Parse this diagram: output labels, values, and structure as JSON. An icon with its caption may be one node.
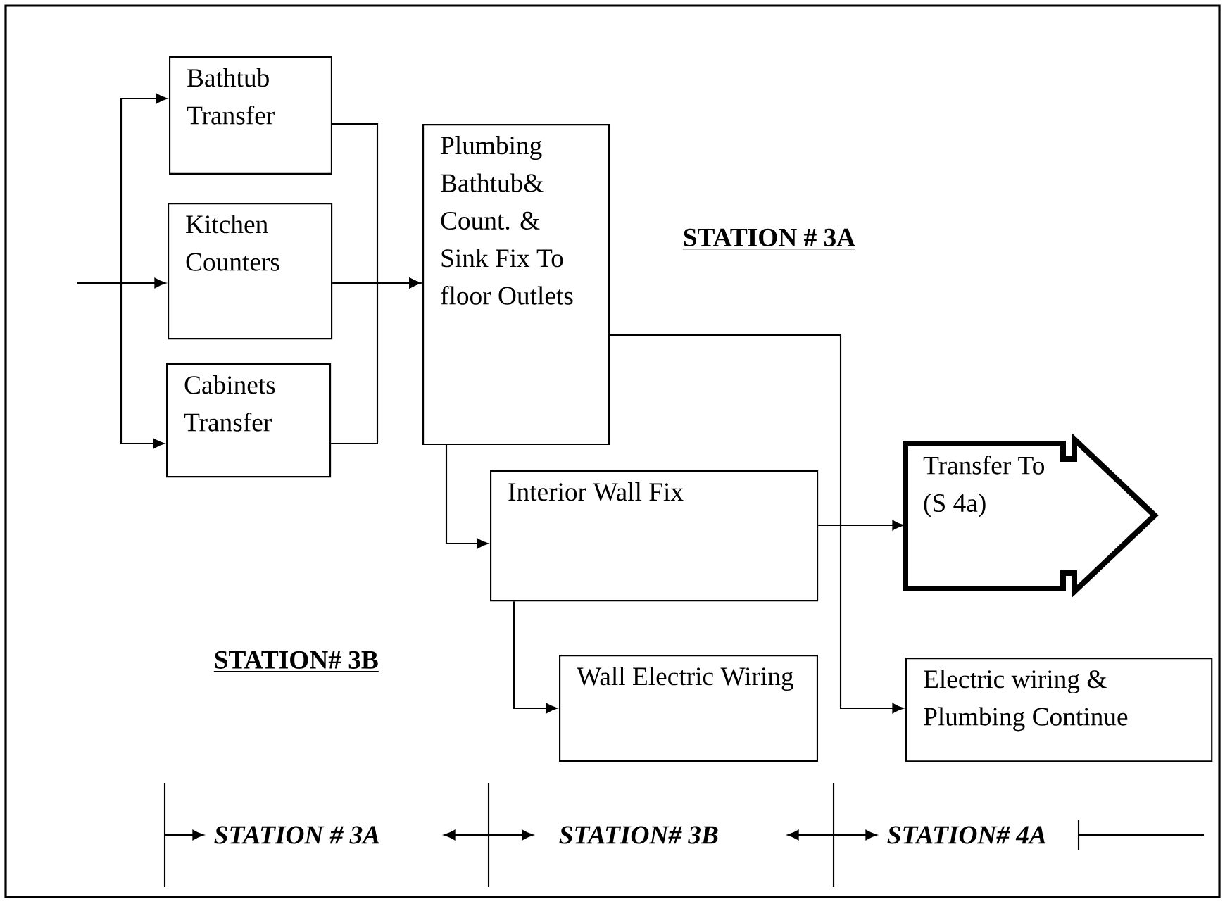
{
  "diagram": {
    "nodes": [
      {
        "text": [
          "Bathtub Transfer"
        ]
      },
      {
        "text": [
          "Kitchen Counters"
        ]
      },
      {
        "text": [
          "Cabinets Transfer"
        ]
      },
      {
        "text": [
          "Plumbing Bathtub& Count. & Sink Fix To floor Outlets"
        ]
      },
      {
        "text": [
          "Interior Wall Fix"
        ]
      },
      {
        "text": [
          "Transfer To (S 4a)"
        ]
      },
      {
        "text": [
          "Wall Electric Wiring"
        ]
      },
      {
        "text": [
          "Electric wiring & Plumbing Continue"
        ]
      }
    ],
    "edges": [
      {
        "from": null,
        "to": 0,
        "arrow": "to"
      },
      {
        "from": null,
        "to": 1,
        "arrow": "to"
      },
      {
        "from": null,
        "to": 2,
        "arrow": "to"
      },
      {
        "from": 0,
        "to": 3,
        "arrow": "to"
      },
      {
        "from": 1,
        "to": 3,
        "arrow": "to"
      },
      {
        "from": 2,
        "to": 3,
        "arrow": "to"
      },
      {
        "from": 3,
        "to": 4,
        "arrow": "to"
      },
      {
        "from": 3,
        "to": 7,
        "arrow": "to"
      },
      {
        "from": 4,
        "to": 5,
        "arrow": "to"
      },
      {
        "from": 4,
        "to": 6,
        "arrow": "to"
      }
    ],
    "labels": [
      "STATION # 3A",
      "STATION# 3B",
      "STATION # 3A",
      "STATION# 3B",
      "STATION# 4A"
    ]
  }
}
